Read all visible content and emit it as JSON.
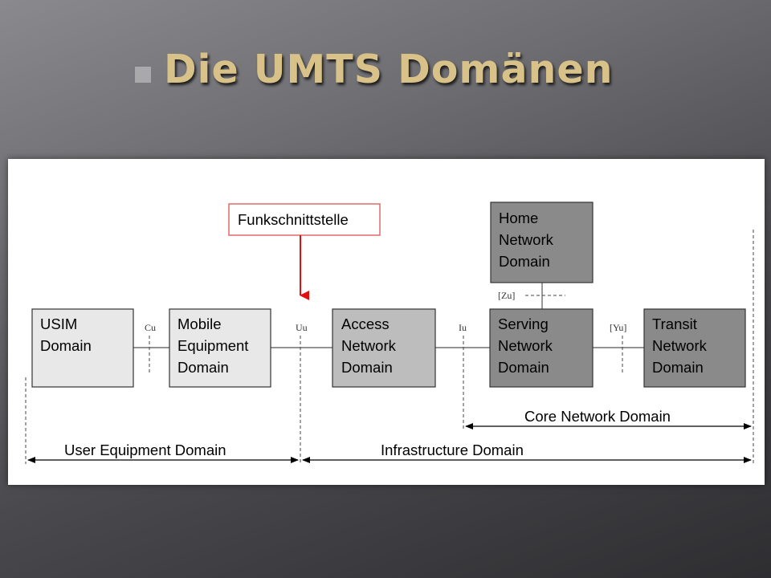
{
  "slide": {
    "title": "Die UMTS Domänen"
  },
  "diagram": {
    "callout": "Funkschnittstelle",
    "boxes": {
      "usim": [
        "USIM",
        "Domain"
      ],
      "mobile": [
        "Mobile",
        "Equipment",
        "Domain"
      ],
      "access": [
        "Access",
        "Network",
        "Domain"
      ],
      "serving": [
        "Serving",
        "Network",
        "Domain"
      ],
      "transit": [
        "Transit",
        "Network",
        "Domain"
      ],
      "home": [
        "Home",
        "Network",
        "Domain"
      ]
    },
    "interfaces": {
      "cu": "Cu",
      "uu": "Uu",
      "iu": "Iu",
      "yu": "[Yu]",
      "zu": "[Zu]"
    },
    "domains": {
      "core": "Core Network Domain",
      "user_equipment": "User Equipment Domain",
      "infrastructure": "Infrastructure Domain"
    },
    "colors": {
      "light_box": "#e8e8e8",
      "mid_box": "#bdbdbd",
      "dark_box": "#8a8a8a",
      "callout_border": "#e06a6a",
      "arrow_red": "#e01010"
    }
  }
}
